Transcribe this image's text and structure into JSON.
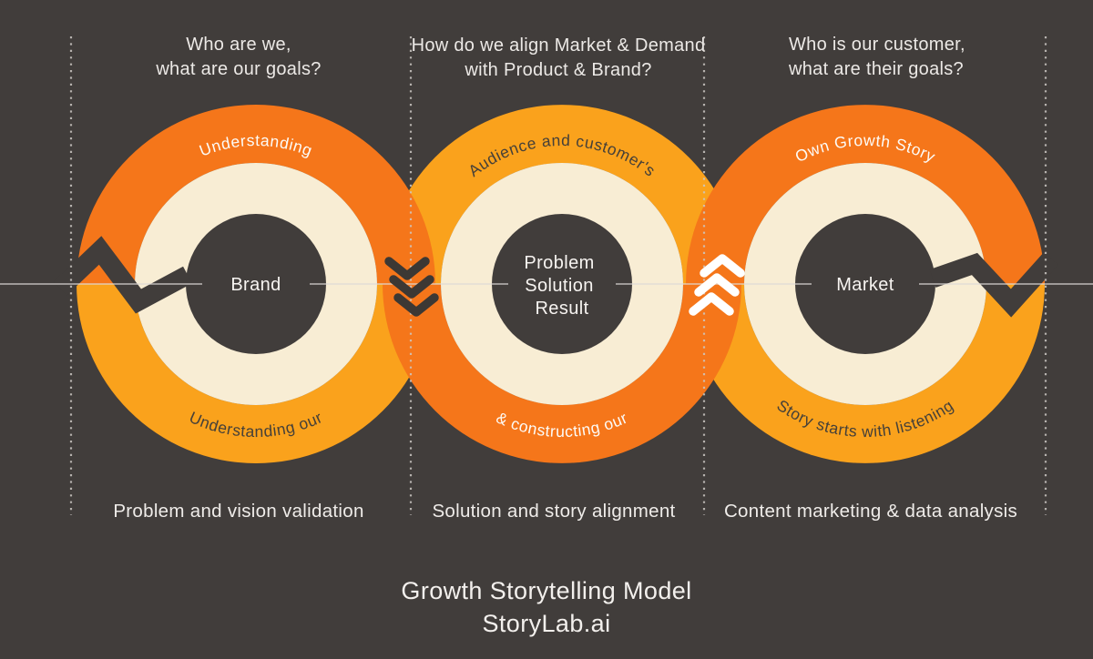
{
  "title": {
    "line1": "Growth Storytelling Model",
    "line2": "StoryLab.ai"
  },
  "questions": [
    {
      "line1": "Who are we,",
      "line2": "what are our goals?"
    },
    {
      "line1": "How do we align Market & Demand",
      "line2": "with Product & Brand?"
    },
    {
      "line1": "Who is our customer,",
      "line2": "what are their goals?"
    }
  ],
  "rings": [
    {
      "top_arc_text": "Understanding",
      "bottom_arc_text": "Understanding our",
      "center_label": "Brand",
      "phase_label": "Problem and vision validation"
    },
    {
      "top_arc_text": "Audience and customer's",
      "bottom_arc_text": "& constructing our",
      "center_lines": [
        "Problem",
        "Solution",
        "Result"
      ],
      "phase_label": "Solution and story alignment"
    },
    {
      "top_arc_text": "Own Growth Story",
      "bottom_arc_text": "Story starts with listening",
      "center_label": "Market",
      "phase_label": "Content marketing & data analysis"
    }
  ],
  "colors": {
    "background": "#413d3b",
    "orange": "#f5761a",
    "amber": "#faa21c",
    "cream": "#f8edd4",
    "light_text": "#f7f4f1",
    "dark_text": "#454039",
    "guide_line": "#dedad6"
  }
}
